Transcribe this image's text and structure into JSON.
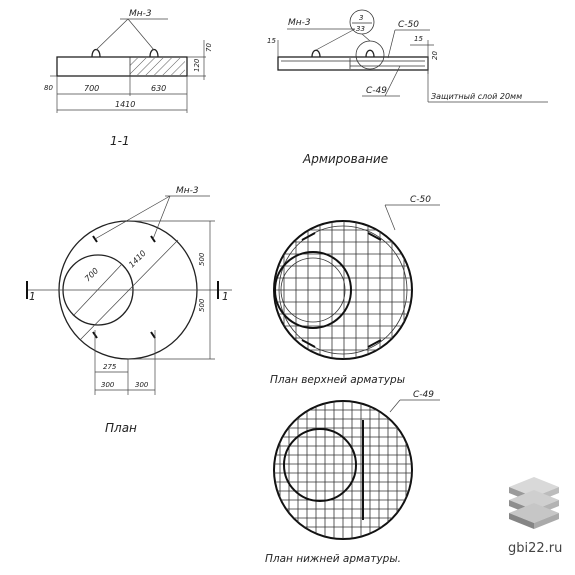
{
  "labels": {
    "mn3_section": "Мн-3",
    "mn3_reinf": "Мн-3",
    "mn3_plan": "Мн-3",
    "c50_reinf": "С-50",
    "c50_upper": "С-50",
    "c49_reinf": "С-49",
    "c49_lower": "С-49",
    "callout_top": "3",
    "callout_bottom": "33",
    "protective_layer": "Защитный слой 20мм",
    "section_title": "1-1",
    "reinf_title": "Армирование",
    "plan_title": "План",
    "upper_plan_title": "План верхней арматуры",
    "lower_plan_title": "План нижней арматуры.",
    "cut_left": "1",
    "cut_right": "1"
  },
  "dimensions": {
    "sec_700": "700",
    "sec_630": "630",
    "sec_1410": "1410",
    "sec_80": "80",
    "sec_120": "120",
    "sec_70": "70",
    "r_15a": "15",
    "r_15b": "15",
    "r_20": "20",
    "plan_700": "700",
    "plan_1410": "1410",
    "plan_500a": "500",
    "plan_500b": "500",
    "plan_275": "275",
    "plan_300a": "300",
    "plan_300b": "300"
  },
  "watermark": "gbi22.ru",
  "icon": "stacked-slabs-logo-icon"
}
